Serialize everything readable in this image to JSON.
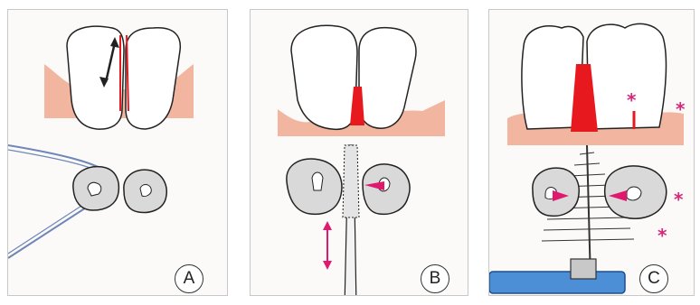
{
  "panels": [
    {
      "id": "A",
      "label": "A"
    },
    {
      "id": "B",
      "label": "B"
    },
    {
      "id": "C",
      "label": "C",
      "markers": [
        "*",
        "*",
        "*",
        "*"
      ]
    }
  ],
  "colors": {
    "gum": "#f2b6a0",
    "gum_dark": "#e08a74",
    "tooth_outline": "#222222",
    "tooth_section": "#d9d9d9",
    "gap_fill": "#e8191e",
    "arrow_pink": "#e0186e",
    "floss": "#6e86b8",
    "brush_handle": "#4d8fd6",
    "marker": "#d4287a"
  },
  "icons": [
    "floss-icon",
    "interdental-toothpick-icon",
    "interdental-brush-icon",
    "double-arrow-icon",
    "arrow-icon"
  ]
}
